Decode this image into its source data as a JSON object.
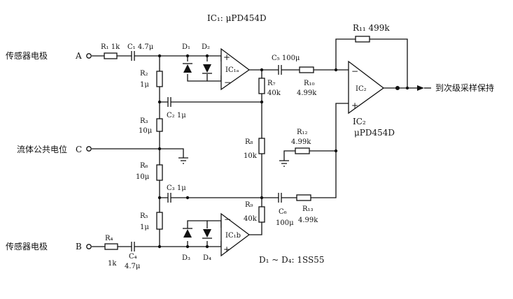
{
  "chips": {
    "ic1_note": "IC₁: μPD454D",
    "ic2_note_name": "IC₂",
    "ic2_note_part": "μPD454D",
    "ic1a": "IC₁ₐ",
    "ic1b": "IC₁b",
    "ic2": "IC₂"
  },
  "terminals": {
    "sensor_a": "传感器电极",
    "sensor_a_tag": "A",
    "sensor_b": "传感器电极",
    "sensor_b_tag": "B",
    "common": "流体公共电位",
    "common_tag": "C",
    "output": "到次级采样保持"
  },
  "components": {
    "r1": "R₁ 1k",
    "c1": "C₁ 4.7μ",
    "r2": "R₂",
    "r2_val": "1μ",
    "c2": "C₂ 1μ",
    "r3": "R₃",
    "r3_val": "10μ",
    "r6": "R₆",
    "r6_val": "10μ",
    "c3": "C₃ 1μ",
    "r5": "R₅",
    "r5_val": "1μ",
    "r4": "R₄",
    "r4_val": "1k",
    "c4": "C₄",
    "c4_val": "4.7μ",
    "r7": "R₇",
    "r7_val": "40k",
    "r8": "R₈",
    "r8_val": "10k",
    "r9": "R₉",
    "r9_val": "40k",
    "c5": "C₅ 100μ",
    "r10": "R₁₀",
    "r10_val": "4.99k",
    "r11": "R₁₁ 499k",
    "r12": "R₁₂",
    "r12_val": "4.99k",
    "c6": "C₆",
    "c6_val": "100μ",
    "r13": "R₁₃",
    "r13_val": "4.99k",
    "d1": "D₁",
    "d2": "D₂",
    "d3": "D₃",
    "d4": "D₄",
    "diode_note": "D₁ ~ D₄: 1SS55"
  }
}
